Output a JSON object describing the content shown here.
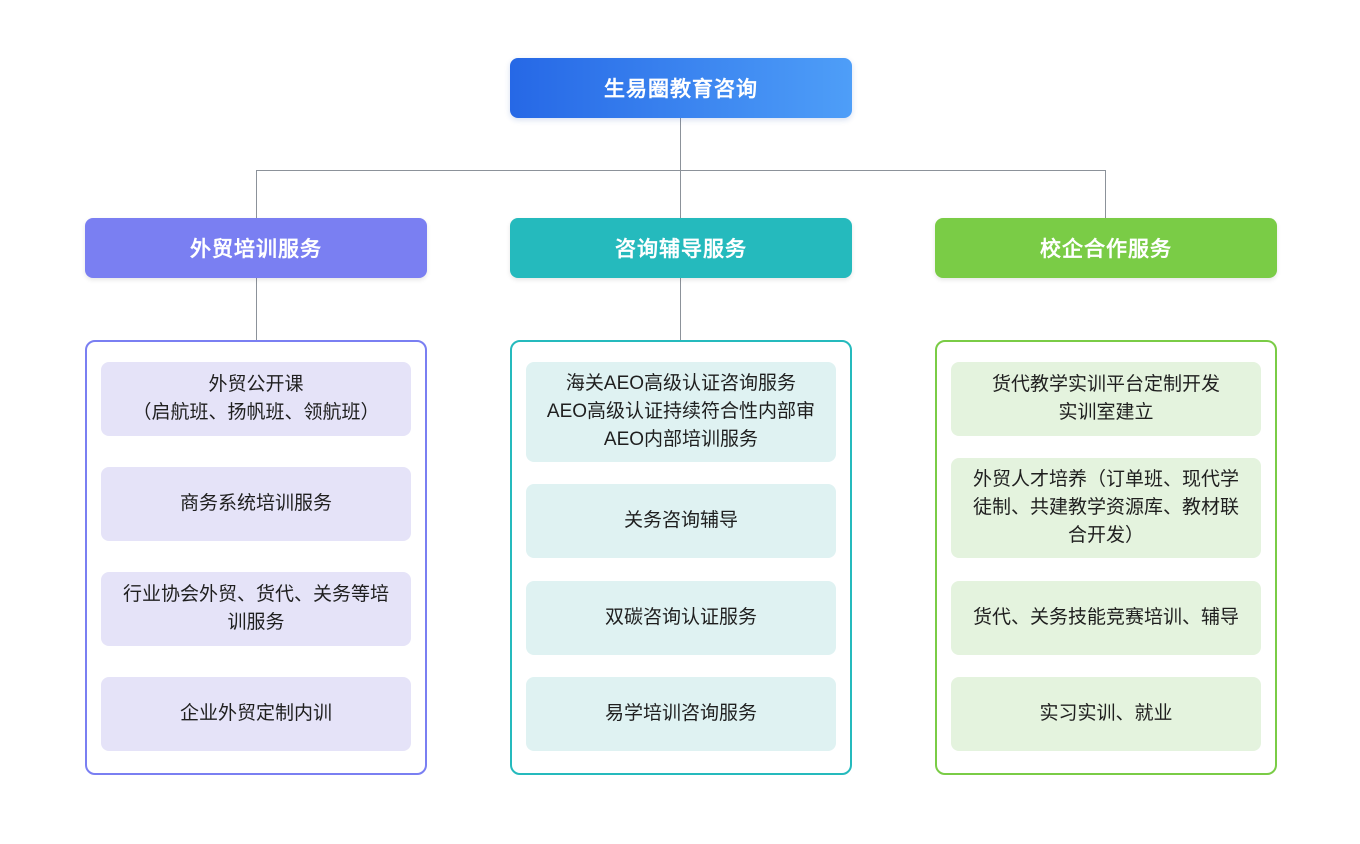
{
  "root": {
    "label": "生易圈教育咨询"
  },
  "colors": {
    "root_gradient_start": "#2668e6",
    "root_gradient_end": "#4e9ef8",
    "connector": "#8c929a",
    "leaf_text": "#1f1f1f"
  },
  "branches": [
    {
      "label": "外贸培训服务",
      "color": "#7a7ff2",
      "leaf_bg": "#e5e3f8",
      "items": [
        "外贸公开课\n（启航班、扬帆班、领航班）",
        "商务系统培训服务",
        "行业协会外贸、货代、关务等培训服务",
        "企业外贸定制内训"
      ]
    },
    {
      "label": "咨询辅导服务",
      "color": "#25babd",
      "leaf_bg": "#dff2f2",
      "items": [
        "海关AEO高级认证咨询服务\nAEO高级认证持续符合性内部审\nAEO内部培训服务",
        "关务咨询辅导",
        "双碳咨询认证服务",
        "易学培训咨询服务"
      ]
    },
    {
      "label": "校企合作服务",
      "color": "#7acc46",
      "leaf_bg": "#e4f3de",
      "items": [
        "货代教学实训平台定制开发\n实训室建立",
        "外贸人才培养（订单班、现代学徒制、共建教学资源库、教材联合开发）",
        "货代、关务技能竞赛培训、辅导",
        "实习实训、就业"
      ]
    }
  ]
}
